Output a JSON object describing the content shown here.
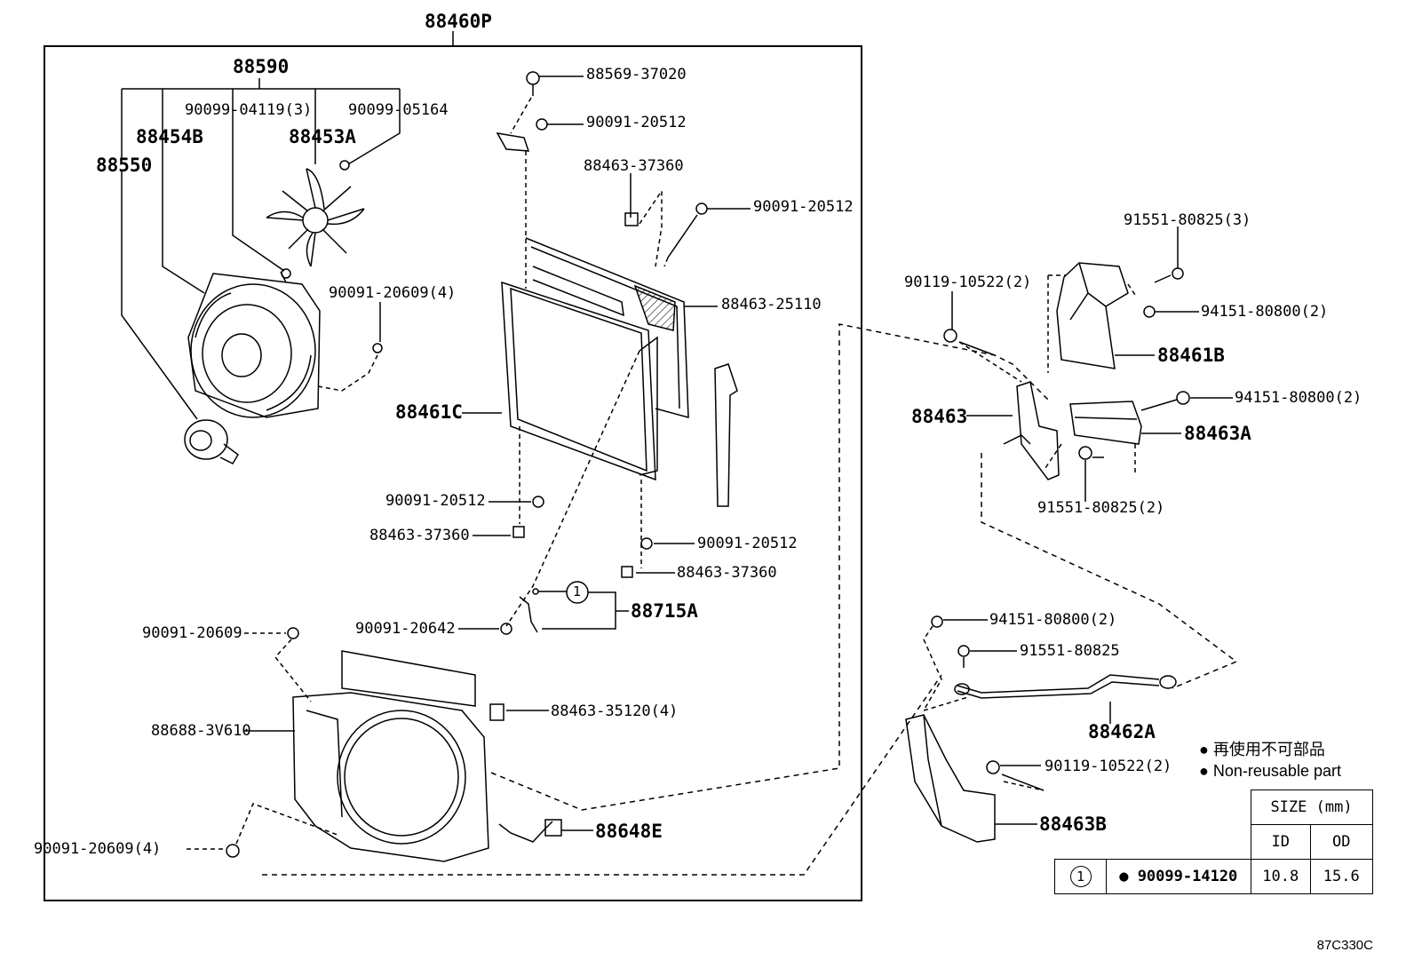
{
  "labels": {
    "assembly": "88460P",
    "fan_motor_assy": "88590",
    "shroud_motor": "88550",
    "fan_shroud": "88454B",
    "fan": "88453A",
    "screw_fan": "90099-04119(3)",
    "nut_fan": "90099-05164",
    "bolt_shroud": "90091-20609(4)",
    "bolt_top_a": "88569-37020",
    "bolt_top_b": "90091-20512",
    "clip_upper": "88463-37360",
    "bolt_right_upper": "90091-20512",
    "seal_panel": "88463-25110",
    "condenser": "88461C",
    "bolt_lower_left": "90091-20512",
    "clip_lower_left": "88463-37360",
    "bolt_lower_right": "90091-20512",
    "clip_lower_right": "88463-37360",
    "connector_bolt": "90091-20642",
    "tube": "88715A",
    "circle_ref": "1",
    "bolt_duct": "90091-20609",
    "duct": "88688-3V610",
    "duct_clip": "88463-35120(4)",
    "bolt_duct_lower": "90091-20609(4)",
    "wire_harness": "88648E",
    "bolt_bracket": "90119-10522(2)",
    "bolt_cover": "91551-80825(3)",
    "nut_cover": "94151-80800(2)",
    "cover": "88461B",
    "bracket": "88463",
    "nut_bracket_a": "94151-80800(2)",
    "bracket_a": "88463A",
    "bolt_bracket_a": "91551-80825(2)",
    "nut_rod": "94151-80800(2)",
    "bolt_rod": "91551-80825",
    "rod": "88462A",
    "bolt_bracket_b": "90119-10522(2)",
    "bracket_b": "88463B"
  },
  "legend": {
    "jp": "再使用不可部品",
    "en": "Non-reusable part"
  },
  "size_table": {
    "header": "SIZE (mm)",
    "col_id": "ID",
    "col_od": "OD",
    "ref": "1",
    "part": "90099-14120",
    "id_value": "10.8",
    "od_value": "15.6"
  },
  "figure_id": "87C330C"
}
